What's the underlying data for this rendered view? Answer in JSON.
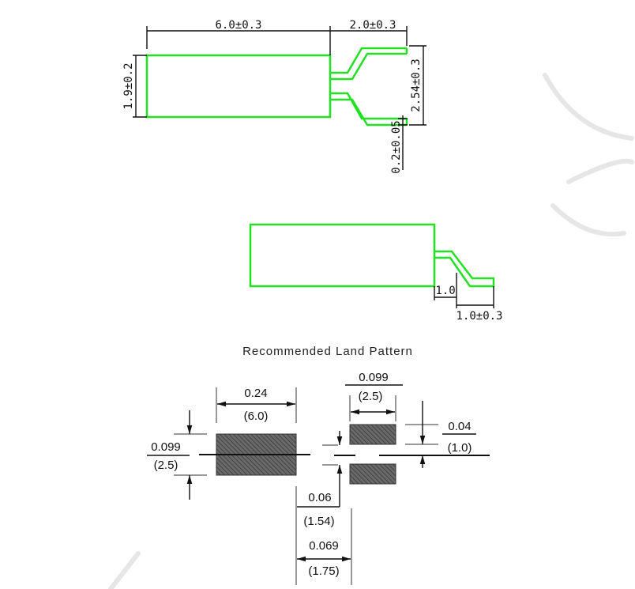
{
  "top_view": {
    "length": "6.0±0.3",
    "lead_length": "2.0±0.3",
    "width": "1.9±0.2",
    "lead_pitch": "2.54±0.3",
    "lead_thickness": "0.2±0.05"
  },
  "side_view": {
    "standoff": "1.0",
    "lead_extension": "1.0±0.3"
  },
  "land_pattern": {
    "title": "Recommended Land Pattern",
    "big_pad_length_in": "0.24",
    "big_pad_length_mm": "(6.0)",
    "big_pad_width_in": "0.099",
    "big_pad_width_mm": "(2.5)",
    "small_pad_length_in": "0.099",
    "small_pad_length_mm": "(2.5)",
    "small_pad_width_in": "0.04",
    "small_pad_width_mm": "(1.0)",
    "gap_in": "0.06",
    "gap_mm": "(1.54)",
    "spacing_in": "0.069",
    "spacing_mm": "(1.75)"
  },
  "colors": {
    "outline": "#22e022",
    "dimension": "#111111",
    "pad": "#555555"
  }
}
